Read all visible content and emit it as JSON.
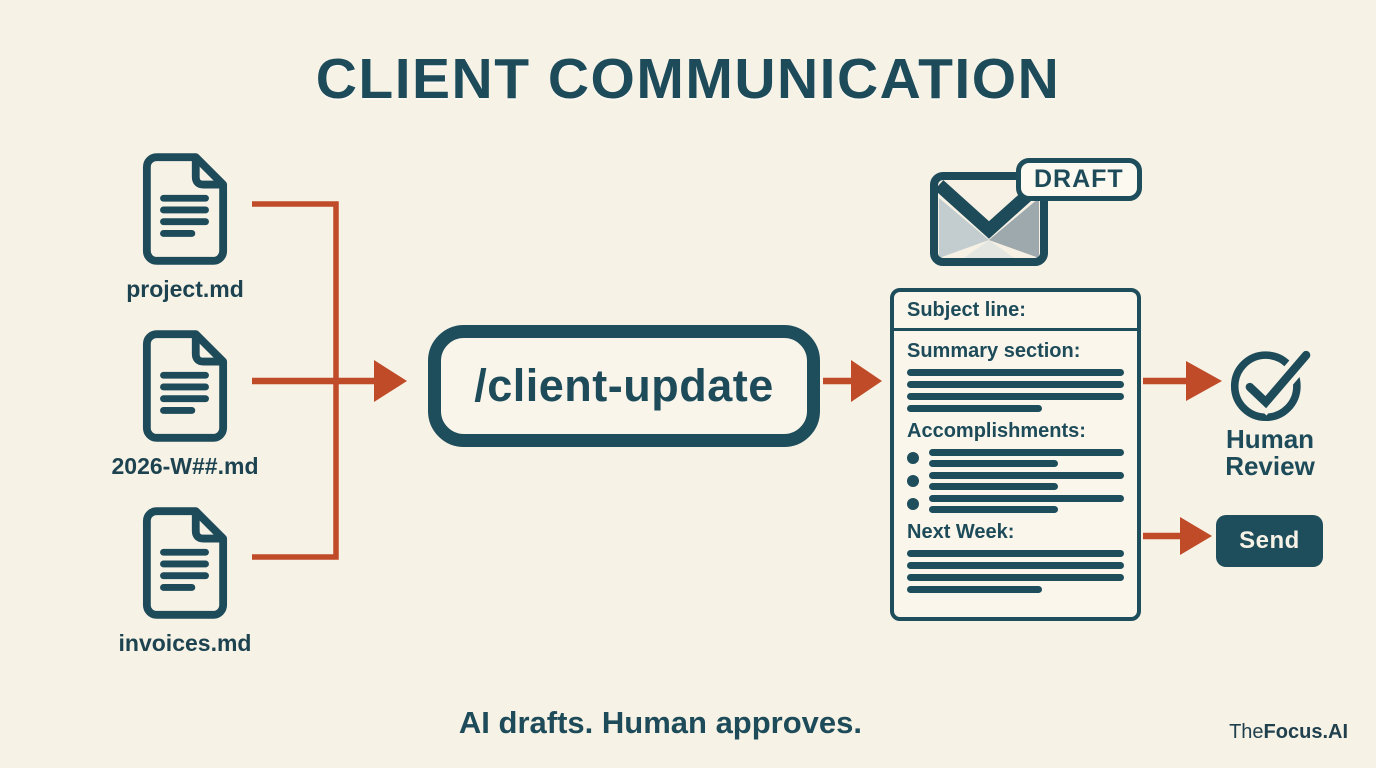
{
  "title": "CLIENT COMMUNICATION",
  "sources": [
    {
      "label": "project.md"
    },
    {
      "label": "2026-W##.md"
    },
    {
      "label": "invoices.md"
    }
  ],
  "command": {
    "label": "/client-update"
  },
  "email_draft": {
    "badge": "DRAFT",
    "subject_label": "Subject line:",
    "sections": [
      {
        "heading": "Summary section:",
        "placeholder_lines": 4
      },
      {
        "heading": "Accomplishments:",
        "bullet_items": 3
      },
      {
        "heading": "Next Week:",
        "placeholder_lines": 4
      }
    ]
  },
  "review": {
    "line1": "Human",
    "line2": "Review"
  },
  "send": {
    "label": "Send"
  },
  "tagline": "AI drafts. Human approves.",
  "brand": {
    "prefix": "The",
    "suffix": "Focus.AI"
  },
  "colors": {
    "background": "#f7f2e6",
    "teal": "#1d4b59",
    "orange": "#bf4b28",
    "envelope_left_facet": "#c3cdd0",
    "envelope_right_facet": "#9da9ac"
  }
}
